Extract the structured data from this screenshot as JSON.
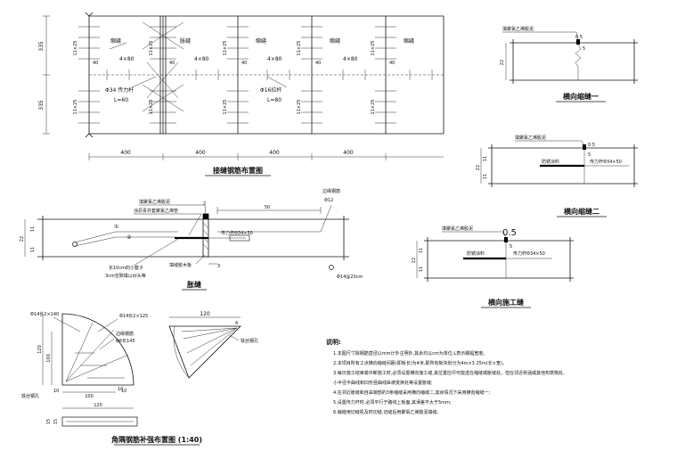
{
  "plan": {
    "title": "接缝钢筋布置图",
    "dims_left": [
      "335",
      "335"
    ],
    "dims_bottom": [
      "400",
      "400",
      "400",
      "400"
    ],
    "labels": {
      "suo_feng": "缩缝",
      "zhang_feng": "胀缝",
      "spacing": "4×80",
      "rebar_v": "11×25",
      "dowel": "Φ34 传力杆",
      "dowel_len": "L=60",
      "tie_bar": "Φ16拉杆",
      "tie_len": "L=80",
      "edge": "40"
    }
  },
  "expansion": {
    "title": "胀缝",
    "labels": {
      "sealant": "填聚氯乙烯胶泥",
      "coating": "涂沥青并套聚氯乙烯管",
      "dowel": "传力杆Φ34×50",
      "cap": "长10cm的小套子",
      "cap2": "3cm空隙填以纱头等",
      "board": "填缝胶木板",
      "edge_rebar": "边缘钢筋",
      "rebar1": "Φ12",
      "rebar2": "Φ14@20cm",
      "len_50": "50",
      "num_2": "2",
      "num_3": "3",
      "circle1": "①",
      "circle2": "②",
      "thick_22": "22",
      "thick_11a": "11",
      "thick_11b": "11"
    }
  },
  "tj1": {
    "title": "横向缩缝一",
    "sealant": "填聚氯乙烯胶泥",
    "w": "0.5",
    "h": "5",
    "thick": "22"
  },
  "tj2": {
    "title": "横向缩缝二",
    "sealant": "填聚氯乙烯胶泥",
    "coating": "防锈涂料",
    "dowel": "传力杆Φ34×50",
    "w": "0.5",
    "h": "5",
    "thick": "22",
    "t1": "11",
    "t2": "11"
  },
  "tj3": {
    "title": "横向施工缝",
    "sealant": "填聚氯乙烯胶泥",
    "coating": "防锈涂料",
    "dowel": "传力杆Φ34×50",
    "w": "0.5",
    "h": "5",
    "thick": "22",
    "t1": "11",
    "t2": "11"
  },
  "corner": {
    "title": "角隅钢筋补强布置图 (1:40)",
    "bar_a": "Φ14长2×140",
    "bar_b": "Φ14长2×125",
    "edge": "边缘钢筋",
    "edge_bar": "Φ6长145",
    "hole": "铁丝钢孔",
    "hole2": "铁丝钢孔",
    "dim_120a": "120",
    "dim_120b": "120",
    "dim_120c": "120",
    "dim_100a": "100",
    "dim_100b": "100",
    "dim_10a": "10",
    "dim_10b": "10",
    "dim_10c": "10",
    "dim_15a": "15",
    "dim_15b": "15",
    "dim_4": "4"
  },
  "notes": {
    "heading": "说明:",
    "items": [
      "1.本图尺寸除钢筋直径以mm计外注明外,其余均以cm为单位;L表示路幅宽度。",
      "2.本项目所有工点横向缩缝间距(即板长)为4米,即所有板块划分为4m×3.25m(长×宽)。",
      "3.每日施工结束或中断施工时,必须设置横向施工缝,其位置应尽可能选在缩缝或胀缝处。但在邻近桥涵或其他构筑物处、",
      "  小半径平曲线和凹形竖曲线纵坡变换处等设置胀缝;",
      "4.在邻近胀缝和自由端部的3条缩缝采用横向缩缝二,其余情况下采用横向缩缝一;",
      "5.设置传力杆时,必须平行于路线上板面,其误差不大于5mm;",
      "6.缩缝用切缝机及时切缝,切缝后用聚氯乙烯胶泥填缝。"
    ]
  }
}
